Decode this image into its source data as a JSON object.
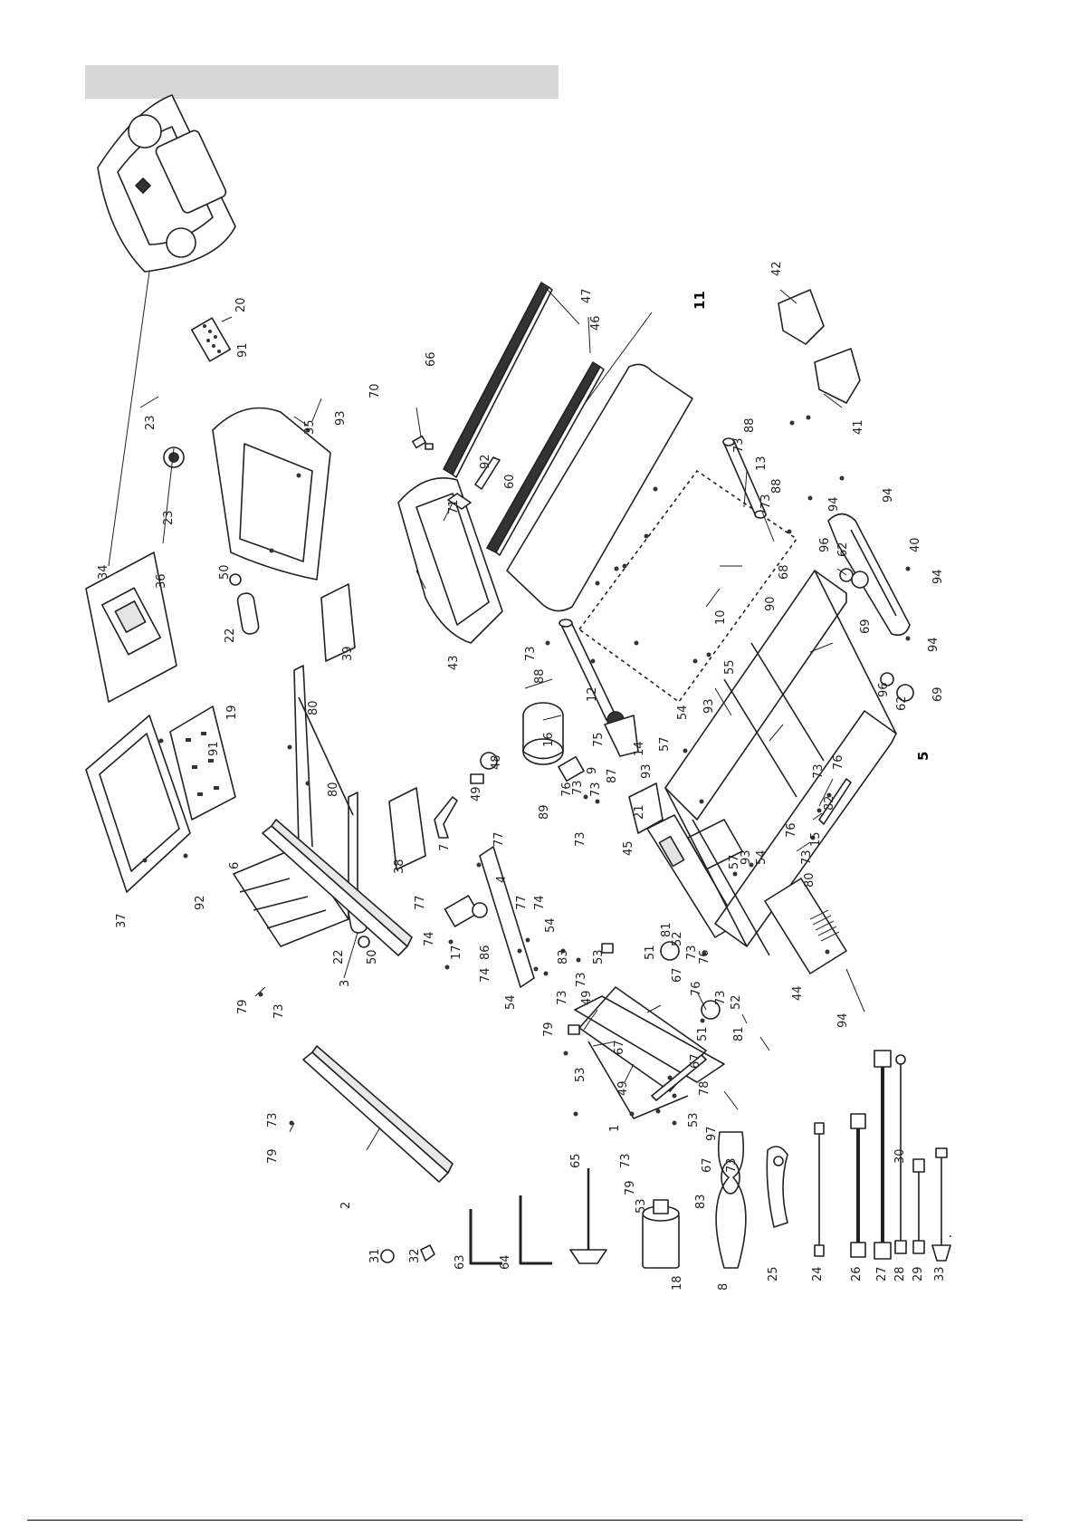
{
  "header": {
    "title": ""
  },
  "colors": {
    "line": "#222222",
    "fill": "#ffffff",
    "shade": "#d7d7d7",
    "dark": "#333333"
  },
  "labels": {
    "p1": "1",
    "p2": "2",
    "p3": "3",
    "p4": "4",
    "p5": "5",
    "p6": "6",
    "p7": "7",
    "p8": "8",
    "p9": "9",
    "p10": "10",
    "p11": "11",
    "p12": "12",
    "p13": "13",
    "p14": "14",
    "p15": "15",
    "p16": "16",
    "p17": "17",
    "p18": "18",
    "p19": "19",
    "p20": "20",
    "p21": "21",
    "p22": "22",
    "p22b": "22",
    "p23": "23",
    "p23b": "23",
    "p24": "24",
    "p25": "25",
    "p26": "26",
    "p27": "27",
    "p28": "28",
    "p29": "29",
    "p30": "30",
    "p31": "31",
    "p32": "32",
    "p33": "33",
    "p34": "34",
    "p35": "35",
    "p36": "36",
    "p37": "37",
    "p38": "38",
    "p39": "39",
    "p40": "40",
    "p41": "41",
    "p42": "42",
    "p43": "43",
    "p44": "44",
    "p45": "45",
    "p46": "46",
    "p47": "47",
    "p48": "48",
    "p49": "49",
    "p49b": "49",
    "p49c": "49",
    "p50": "50",
    "p50b": "50",
    "p51": "51",
    "p51b": "51",
    "p52": "52",
    "p52b": "52",
    "p53": "53",
    "p53b": "53",
    "p53c": "53",
    "p53d": "53",
    "p54": "54",
    "p54b": "54",
    "p54c": "54",
    "p54d": "54",
    "p55": "55",
    "p57": "57",
    "p57b": "57",
    "p60": "60",
    "p62": "62",
    "p62b": "62",
    "p63": "63",
    "p64": "64",
    "p65": "65",
    "p66": "66",
    "p67": "67",
    "p67b": "67",
    "p67c": "67",
    "p67d": "67",
    "p68": "68",
    "p69": "69",
    "p69b": "69",
    "p70": "70",
    "p71": "71",
    "p73a": "73",
    "p73b": "73",
    "p73c": "73",
    "p73d": "73",
    "p73e": "73",
    "p73f": "73",
    "p73g": "73",
    "p73h": "73",
    "p73i": "73",
    "p73j": "73",
    "p73k": "73",
    "p73l": "73",
    "p73m": "73",
    "p73n": "73",
    "p73o": "73",
    "p74": "74",
    "p74b": "74",
    "p74c": "74",
    "p75": "75",
    "p76": "76",
    "p76b": "76",
    "p76c": "76",
    "p76d": "76",
    "p76e": "76",
    "p77": "77",
    "p77b": "77",
    "p77c": "77",
    "p78": "78",
    "p79": "79",
    "p79b": "79",
    "p79c": "79",
    "p79d": "79",
    "p80": "80",
    "p80b": "80",
    "p80c": "80",
    "p81": "81",
    "p81b": "81",
    "p82": "82",
    "p83": "83",
    "p83b": "83",
    "p86": "86",
    "p87": "87",
    "p88": "88",
    "p88b": "88",
    "p88c": "88",
    "p89": "89",
    "p90": "90",
    "p91": "91",
    "p91b": "91",
    "p92": "92",
    "p92b": "92",
    "p93": "93",
    "p93b": "93",
    "p93c": "93",
    "p93d": "93",
    "p94": "94",
    "p94b": "94",
    "p94c": "94",
    "p94d": "94",
    "p94e": "94",
    "p96": "96",
    "p96b": "96",
    "p97": "97"
  }
}
